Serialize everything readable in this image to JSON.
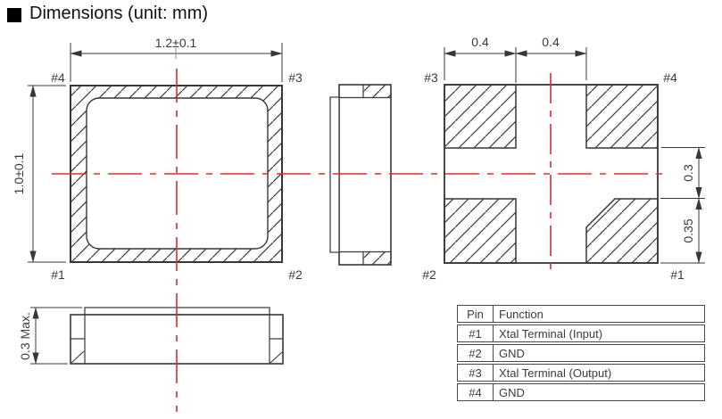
{
  "title": "Dimensions (unit: mm)",
  "colors": {
    "line": "#373737",
    "centerline_red": "#e02b2b"
  },
  "drawing": {
    "top_view": {
      "width_dim": "1.2±0.1",
      "height_dim": "1.0±0.1",
      "pin_top_left": "#4",
      "pin_top_right": "#3",
      "pin_bottom_left": "#1",
      "pin_bottom_right": "#2"
    },
    "bottom_view": {
      "pad_width_dim": "0.4",
      "pad_gap_dim": "0.4",
      "vertical_gap_dim": "0.3",
      "pad_height_dim": "0.35",
      "pin_top_left": "#3",
      "pin_top_right": "#4",
      "pin_bottom_left": "#2",
      "pin_bottom_right": "#1"
    },
    "front_view": {
      "height_dim": "0.3 Max."
    }
  },
  "pin_table": {
    "headers": [
      "Pin",
      "Function"
    ],
    "rows": [
      [
        "#1",
        "Xtal Terminal (Input)"
      ],
      [
        "#2",
        "GND"
      ],
      [
        "#3",
        "Xtal Terminal (Output)"
      ],
      [
        "#4",
        "GND"
      ]
    ]
  }
}
